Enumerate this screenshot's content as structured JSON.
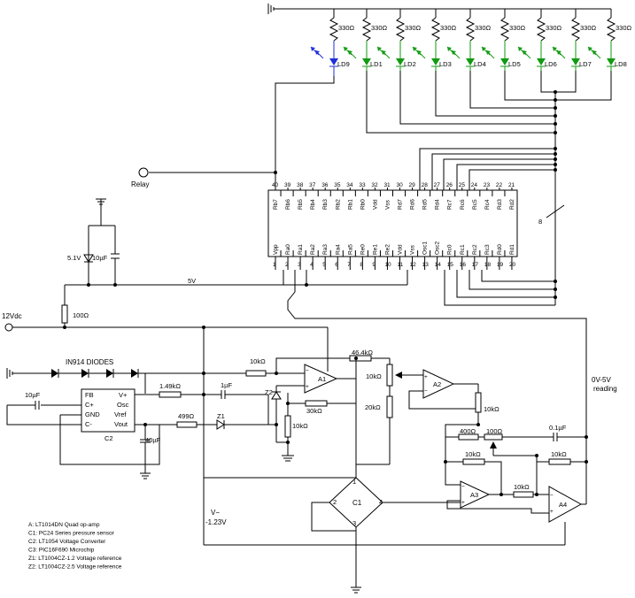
{
  "labels": {
    "relay": "Relay",
    "supply": "12Vdc",
    "rail_5v": "5V",
    "bus_count": "8",
    "reading_top": "0V-5V",
    "reading_bottom": "reading",
    "vminus_top": "V−",
    "vminus_bottom": "-1.23V",
    "diodes": "IN914 DIODES"
  },
  "leds": [
    {
      "label": "LD9",
      "resistor": "330Ω",
      "color": "blue"
    },
    {
      "label": "LD1",
      "resistor": "330Ω",
      "color": "green"
    },
    {
      "label": "LD2",
      "resistor": "330Ω",
      "color": "green"
    },
    {
      "label": "LD3",
      "resistor": "330Ω",
      "color": "green"
    },
    {
      "label": "LD4",
      "resistor": "330Ω",
      "color": "green"
    },
    {
      "label": "LD5",
      "resistor": "330Ω",
      "color": "green"
    },
    {
      "label": "LD6",
      "resistor": "330Ω",
      "color": "green"
    },
    {
      "label": "LD7",
      "resistor": "330Ω",
      "color": "green"
    },
    {
      "label": "LD8",
      "resistor": "330Ω",
      "color": "green"
    }
  ],
  "mcu": {
    "top_names": [
      "Rb7",
      "Rb6",
      "Rb5",
      "Rb4",
      "Rb3",
      "Rb2",
      "Rb1",
      "Rb0",
      "Vdd",
      "Vss",
      "Rd7",
      "Rd6",
      "Rd5",
      "Rd4",
      "Rc7",
      "Rc6",
      "Rc5",
      "Rc4",
      "Rd3",
      "Rd2"
    ],
    "top_pins": [
      "40",
      "39",
      "38",
      "37",
      "36",
      "35",
      "34",
      "33",
      "32",
      "31",
      "30",
      "29",
      "28",
      "27",
      "26",
      "25",
      "24",
      "23",
      "22",
      "21"
    ],
    "bottom_names": [
      "Vpp",
      "Ra0",
      "Ra1",
      "Ra2",
      "Ra3",
      "Ra4",
      "Ra5",
      "Re0",
      "Re1",
      "Re2",
      "Vdd",
      "Vss",
      "Osc1",
      "Osc2",
      "Rc0",
      "Rc1",
      "Rc2",
      "Rc3",
      "Rd0",
      "Rd1"
    ],
    "bottom_pins": [
      "1",
      "2",
      "3",
      "4",
      "5",
      "6",
      "7",
      "8",
      "9",
      "10",
      "11",
      "12",
      "13",
      "14",
      "15",
      "16",
      "17",
      "18",
      "19",
      "20"
    ]
  },
  "components": {
    "zener_5v1": "5.1V",
    "cap_10uf_top": "10µF",
    "r_100": "100Ω",
    "cap_10uf_left": "10µF",
    "r_1k49": "1.49kΩ",
    "cap_1uf": "1µF",
    "r_499": "499Ω",
    "cap_40uf": "40µF",
    "z1": "Z1",
    "z2": "Z2",
    "r_10k_a": "10kΩ",
    "r_46k4": "46.4kΩ",
    "r_10k_pot": "10kΩ",
    "r_20k": "20kΩ",
    "r_30k": "30kΩ",
    "r_10k_b": "10kΩ",
    "r_10k_c": "10kΩ",
    "r_400": "400Ω",
    "r_100_pot": "100Ω",
    "cap_0u1": "0.1µF",
    "r_10k_d": "10kΩ",
    "r_10k_e": "10kΩ",
    "r_10k_f": "10kΩ",
    "a1": "A1",
    "a2": "A2",
    "a3": "A3",
    "a4": "A4",
    "c1": "C1",
    "c2": "C2",
    "c2_pins_left": [
      "FB",
      "C+",
      "GND",
      "C-"
    ],
    "c2_pins_right": [
      "V+",
      "Osc",
      "Vref",
      "Vout"
    ],
    "c1_nodes": [
      "1",
      "2",
      "3",
      "4"
    ]
  },
  "legend": [
    "A: LT1014DN Quad op-amp",
    "C1: PC24 Series pressure sensor",
    "C2: LT1054 Voltage Converter",
    "C3: PIC16F690 Microchip",
    "Z1: LT1004CZ-1.2 Voltage reference",
    "Z2: LT1004CZ-2.5 Voltage reference"
  ],
  "colors": {
    "blue_led": "#1f2fd8",
    "green_led": "#129a12",
    "wire": "#000000"
  }
}
